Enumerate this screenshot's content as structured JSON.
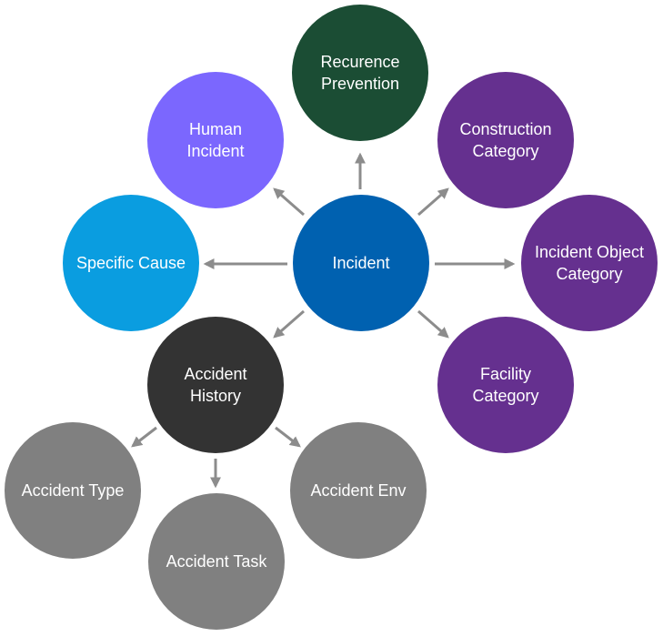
{
  "diagram": {
    "colors": {
      "arrow": "#8c8c8c",
      "incident": "#0061b0",
      "recurrence_prevention": "#1b4d34",
      "human_incident": "#7b67fe",
      "specific_cause": "#0a9de0",
      "category": "#65308f",
      "accident_history": "#333333",
      "accident_child": "#808080",
      "text": "#ffffff"
    },
    "nodes": {
      "incident": {
        "label": "Incident"
      },
      "recurence_prevention": {
        "label": "Recurence\nPrevention"
      },
      "human_incident": {
        "label": "Human\nIncident"
      },
      "construction_category": {
        "label": "Construction\nCategory"
      },
      "specific_cause": {
        "label": "Specific Cause"
      },
      "incident_object_category": {
        "label": "Incident Object\nCategory"
      },
      "accident_history": {
        "label": "Accident\nHistory"
      },
      "facility_category": {
        "label": "Facility\nCategory"
      },
      "accident_type": {
        "label": "Accident Type"
      },
      "accident_env": {
        "label": "Accident Env"
      },
      "accident_task": {
        "label": "Accident Task"
      }
    }
  }
}
